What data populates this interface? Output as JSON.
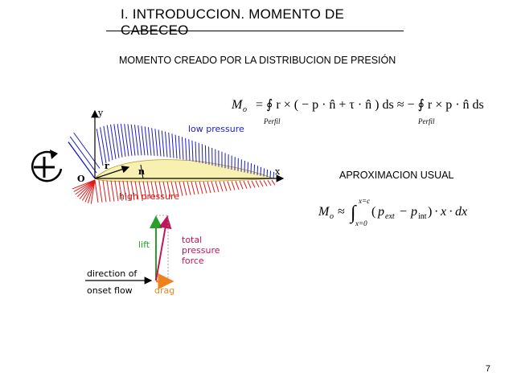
{
  "header": {
    "title": "I. INTRODUCCION. MOMENTO DE CABECEO"
  },
  "section": {
    "subtitle": "MOMENTO CREADO POR LA DISTRIBUCION DE PRESIÓN",
    "approx_label": "APROXIMACION USUAL"
  },
  "diagram": {
    "axis_y": "y",
    "axis_x": "x",
    "origin": "O",
    "vec_r": "r",
    "vec_n": "n",
    "low_pressure": "low pressure",
    "high_pressure": "high pressure",
    "lift": "lift",
    "total_pressure_1": "total",
    "total_pressure_2": "pressure",
    "total_pressure_3": "force",
    "direction_1": "direction of",
    "direction_2": "onset flow",
    "drag": "drag"
  },
  "equation1": {
    "lhs": "M",
    "lhs_sub": "o",
    "sub_int": "Perfil",
    "text_main": "= ∮ r × ( − p · n̂ + τ · n̂ ) ds ≈ − ∮ r × p · n̂ ds"
  },
  "equation2": {
    "lhs": "M",
    "lhs_sub": "o",
    "upper": "x=c",
    "lower": "x=0",
    "p_ext_sub": "ext",
    "p_int_sub": "int"
  },
  "footer": {
    "page_number": "7"
  },
  "colors": {
    "low_pressure_arrows": "#1c1cc8",
    "high_pressure_arrows": "#e01a1a",
    "airfoil_fill": "#f7f0b0",
    "lift": "#2aa02a",
    "total_force": "#c0155a",
    "drag": "#f0821e"
  }
}
